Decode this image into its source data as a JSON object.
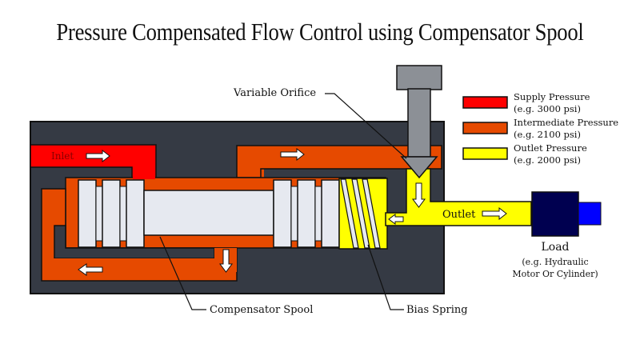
{
  "title": "Pressure Compensated Flow Control using Compensator Spool",
  "colors": {
    "body": "#353a44",
    "supply": "#ff0000",
    "intermediate": "#e64a00",
    "outlet": "#ffff00",
    "spool": "#e6e9f0",
    "needle": "#8c9096",
    "load": "#000050",
    "load_rod": "#0000ff",
    "outline": "#111111"
  },
  "labels": {
    "inlet": "Inlet",
    "outlet": "Outlet",
    "variable_orifice": "Variable Orifice",
    "compensator_spool": "Compensator Spool",
    "bias_spring": "Bias Spring",
    "load": "Load",
    "load_desc_1": "(e.g. Hydraulic",
    "load_desc_2": "Motor Or Cylinder)"
  },
  "legend": [
    {
      "name": "Supply Pressure",
      "example": "(e.g. 3000 psi)",
      "color": "#ff0000"
    },
    {
      "name": "Intermediate Pressure",
      "example": "(e.g. 2100 psi)",
      "color": "#e64a00"
    },
    {
      "name": "Outlet Pressure",
      "example": "(e.g. 2000 psi)",
      "color": "#ffff00"
    }
  ],
  "flow_arrows": [
    {
      "id": "inlet-arrow",
      "direction": "right"
    },
    {
      "id": "intermediate-top-arrow",
      "direction": "right"
    },
    {
      "id": "outlet-down-arrow",
      "direction": "down"
    },
    {
      "id": "outlet-feedback-arrow",
      "direction": "left"
    },
    {
      "id": "outlet-arrow",
      "direction": "right"
    },
    {
      "id": "intermediate-down-arrow",
      "direction": "down"
    },
    {
      "id": "intermediate-return-arrow",
      "direction": "left"
    }
  ]
}
